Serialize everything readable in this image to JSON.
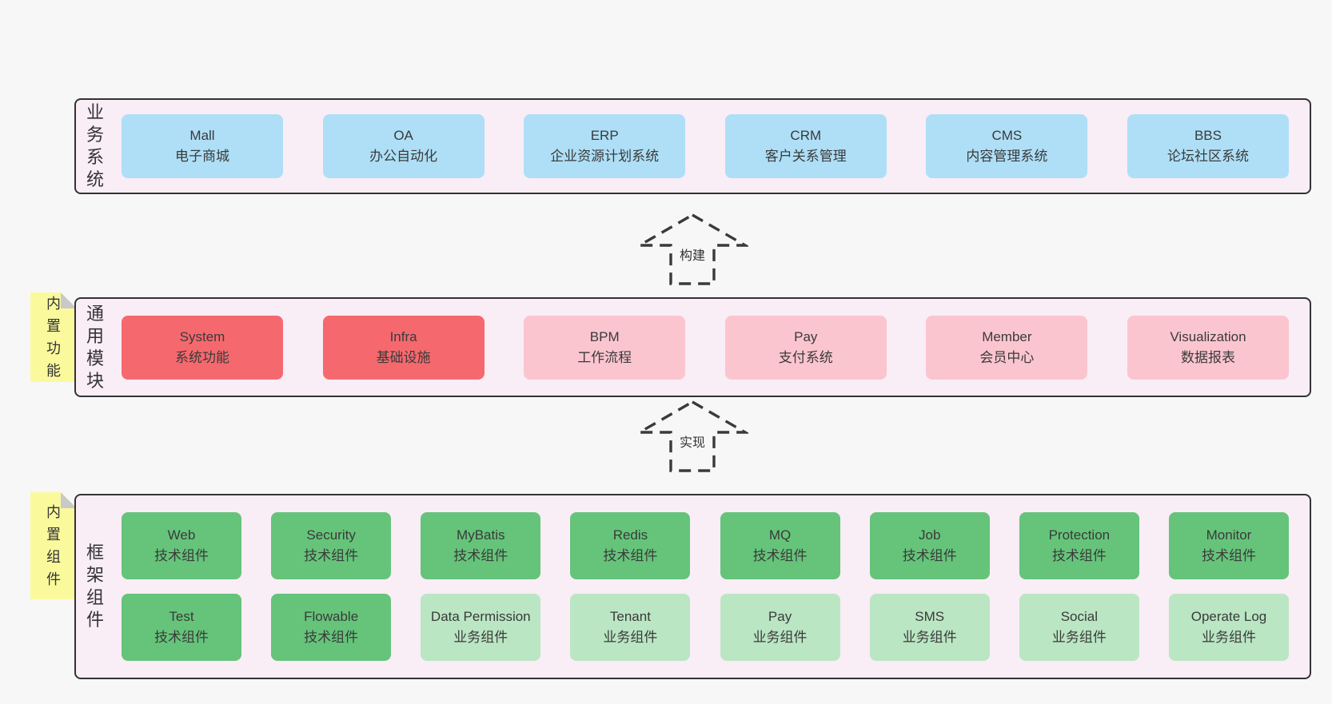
{
  "sections": {
    "business": {
      "label": "业务系统",
      "boxes": [
        {
          "name": "Mall",
          "desc": "电子商城",
          "variant": "blue"
        },
        {
          "name": "OA",
          "desc": "办公自动化",
          "variant": "blue"
        },
        {
          "name": "ERP",
          "desc": "企业资源计划系统",
          "variant": "blue"
        },
        {
          "name": "CRM",
          "desc": "客户关系管理",
          "variant": "blue"
        },
        {
          "name": "CMS",
          "desc": "内容管理系统",
          "variant": "blue"
        },
        {
          "name": "BBS",
          "desc": "论坛社区系统",
          "variant": "blue"
        }
      ]
    },
    "modules": {
      "label": "通用模块",
      "note": "内置功能",
      "boxes": [
        {
          "name": "System",
          "desc": "系统功能",
          "variant": "red"
        },
        {
          "name": "Infra",
          "desc": "基础设施",
          "variant": "red"
        },
        {
          "name": "BPM",
          "desc": "工作流程",
          "variant": "pink"
        },
        {
          "name": "Pay",
          "desc": "支付系统",
          "variant": "pink"
        },
        {
          "name": "Member",
          "desc": "会员中心",
          "variant": "pink"
        },
        {
          "name": "Visualization",
          "desc": "数据报表",
          "variant": "pink"
        }
      ]
    },
    "components": {
      "label": "框架组件",
      "note": "内置组件",
      "row1": [
        {
          "name": "Web",
          "desc": "技术组件",
          "variant": "green"
        },
        {
          "name": "Security",
          "desc": "技术组件",
          "variant": "green"
        },
        {
          "name": "MyBatis",
          "desc": "技术组件",
          "variant": "green"
        },
        {
          "name": "Redis",
          "desc": "技术组件",
          "variant": "green"
        },
        {
          "name": "MQ",
          "desc": "技术组件",
          "variant": "green"
        },
        {
          "name": "Job",
          "desc": "技术组件",
          "variant": "green"
        },
        {
          "name": "Protection",
          "desc": "技术组件",
          "variant": "green"
        },
        {
          "name": "Monitor",
          "desc": "技术组件",
          "variant": "green"
        }
      ],
      "row2": [
        {
          "name": "Test",
          "desc": "技术组件",
          "variant": "green"
        },
        {
          "name": "Flowable",
          "desc": "技术组件",
          "variant": "green"
        },
        {
          "name": "Data Permission",
          "desc": "业务组件",
          "variant": "lightgreen"
        },
        {
          "name": "Tenant",
          "desc": "业务组件",
          "variant": "lightgreen"
        },
        {
          "name": "Pay",
          "desc": "业务组件",
          "variant": "lightgreen"
        },
        {
          "name": "SMS",
          "desc": "业务组件",
          "variant": "lightgreen"
        },
        {
          "name": "Social",
          "desc": "业务组件",
          "variant": "lightgreen"
        },
        {
          "name": "Operate Log",
          "desc": "业务组件",
          "variant": "lightgreen"
        }
      ]
    }
  },
  "arrows": {
    "build": "构建",
    "implement": "实现"
  },
  "colors": {
    "page_bg": "#f7f7f7",
    "panel_bg": "#f9edf6",
    "panel_border": "#333333",
    "box_blue": "#aedff7",
    "box_red": "#f5696e",
    "box_pink": "#fbc5cf",
    "box_green": "#65c47a",
    "box_lightgreen": "#bae6c3",
    "note_yellow": "#fafa9d",
    "note_fold_gray": "#c9c9c9",
    "text": "#3a3a3a"
  }
}
